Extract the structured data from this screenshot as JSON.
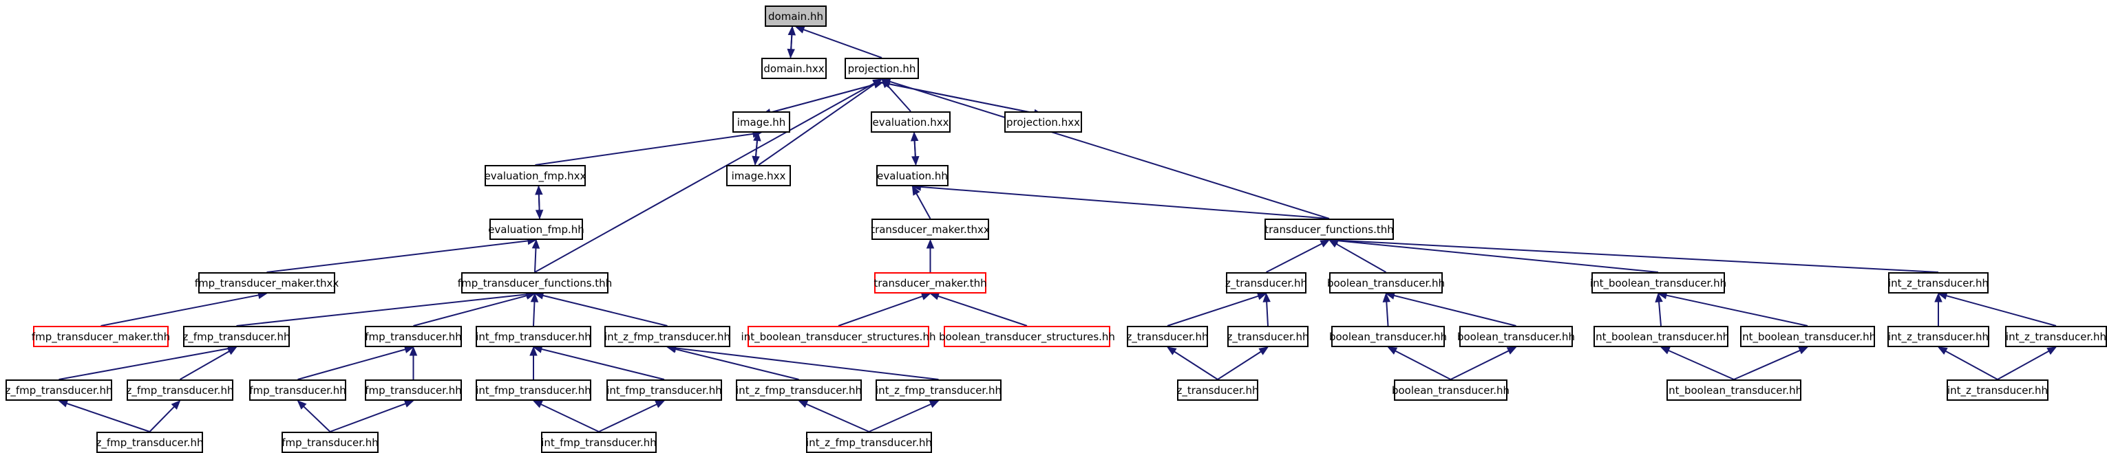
{
  "graph": {
    "edge_color": "#191970",
    "nodes": [
      {
        "id": "domain_hh",
        "label": "domain.hh",
        "style": "root"
      },
      {
        "id": "domain_hxx",
        "label": "domain.hxx"
      },
      {
        "id": "projection_hh",
        "label": "projection.hh"
      },
      {
        "id": "image_hh",
        "label": "image.hh"
      },
      {
        "id": "evaluation_hxx",
        "label": "evaluation.hxx"
      },
      {
        "id": "projection_hxx",
        "label": "projection.hxx"
      },
      {
        "id": "evaluation_fmp_hxx",
        "label": "evaluation_fmp.hxx"
      },
      {
        "id": "image_hxx",
        "label": "image.hxx"
      },
      {
        "id": "evaluation_hh",
        "label": "evaluation.hh"
      },
      {
        "id": "evaluation_fmp_hh",
        "label": "evaluation_fmp.hh"
      },
      {
        "id": "transducer_maker_thxx",
        "label": "transducer_maker.thxx"
      },
      {
        "id": "transducer_functions_thh",
        "label": "transducer_functions.thh"
      },
      {
        "id": "fmp_transducer_maker_thxx",
        "label": "fmp_transducer_maker.thxx"
      },
      {
        "id": "fmp_transducer_functions_thh",
        "label": "fmp_transducer_functions.thh"
      },
      {
        "id": "transducer_maker_thh",
        "label": "transducer_maker.thh",
        "style": "red"
      },
      {
        "id": "z_transducer_hh_1",
        "label": "z_transducer.hh"
      },
      {
        "id": "boolean_transducer_hh_1",
        "label": "boolean_transducer.hh"
      },
      {
        "id": "int_boolean_transducer_hh_1",
        "label": "int_boolean_transducer.hh"
      },
      {
        "id": "int_z_transducer_hh_1",
        "label": "int_z_transducer.hh"
      },
      {
        "id": "fmp_transducer_maker_thh",
        "label": "fmp_transducer_maker.thh",
        "style": "red"
      },
      {
        "id": "z_fmp_transducer_hh_1",
        "label": "z_fmp_transducer.hh"
      },
      {
        "id": "fmp_transducer_hh_1",
        "label": "fmp_transducer.hh"
      },
      {
        "id": "int_fmp_transducer_hh_1",
        "label": "int_fmp_transducer.hh"
      },
      {
        "id": "int_z_fmp_transducer_hh_1",
        "label": "int_z_fmp_transducer.hh"
      },
      {
        "id": "int_boolean_transducer_structures_hh",
        "label": "int_boolean_transducer_structures.hh",
        "style": "red"
      },
      {
        "id": "boolean_transducer_structures_hh",
        "label": "boolean_transducer_structures.hh",
        "style": "red"
      },
      {
        "id": "z_transducer_hh_2",
        "label": "z_transducer.hh"
      },
      {
        "id": "z_transducer_hh_3",
        "label": "z_transducer.hh"
      },
      {
        "id": "boolean_transducer_hh_2",
        "label": "boolean_transducer.hh"
      },
      {
        "id": "boolean_transducer_hh_3",
        "label": "boolean_transducer.hh"
      },
      {
        "id": "int_boolean_transducer_hh_2",
        "label": "int_boolean_transducer.hh"
      },
      {
        "id": "int_boolean_transducer_hh_3",
        "label": "int_boolean_transducer.hh"
      },
      {
        "id": "int_z_transducer_hh_2",
        "label": "int_z_transducer.hh"
      },
      {
        "id": "int_z_transducer_hh_3",
        "label": "int_z_transducer.hh"
      },
      {
        "id": "z_fmp_transducer_hh_2",
        "label": "z_fmp_transducer.hh"
      },
      {
        "id": "z_fmp_transducer_hh_3",
        "label": "z_fmp_transducer.hh"
      },
      {
        "id": "fmp_transducer_hh_2",
        "label": "fmp_transducer.hh"
      },
      {
        "id": "fmp_transducer_hh_3",
        "label": "fmp_transducer.hh"
      },
      {
        "id": "int_fmp_transducer_hh_2",
        "label": "int_fmp_transducer.hh"
      },
      {
        "id": "int_fmp_transducer_hh_3",
        "label": "int_fmp_transducer.hh"
      },
      {
        "id": "int_z_fmp_transducer_hh_2",
        "label": "int_z_fmp_transducer.hh"
      },
      {
        "id": "int_z_fmp_transducer_hh_3",
        "label": "int_z_fmp_transducer.hh"
      },
      {
        "id": "z_transducer_hh_4",
        "label": "z_transducer.hh"
      },
      {
        "id": "boolean_transducer_hh_4",
        "label": "boolean_transducer.hh"
      },
      {
        "id": "int_boolean_transducer_hh_4",
        "label": "int_boolean_transducer.hh"
      },
      {
        "id": "int_z_transducer_hh_4",
        "label": "int_z_transducer.hh"
      },
      {
        "id": "z_fmp_transducer_hh_4",
        "label": "z_fmp_transducer.hh"
      },
      {
        "id": "fmp_transducer_hh_4",
        "label": "fmp_transducer.hh"
      },
      {
        "id": "int_fmp_transducer_hh_4",
        "label": "int_fmp_transducer.hh"
      },
      {
        "id": "int_z_fmp_transducer_hh_4",
        "label": "int_z_fmp_transducer.hh"
      }
    ],
    "edges": [
      [
        "domain_hxx",
        "domain_hh"
      ],
      [
        "domain_hh",
        "domain_hxx"
      ],
      [
        "projection_hh",
        "domain_hh"
      ],
      [
        "image_hh",
        "projection_hh"
      ],
      [
        "evaluation_hxx",
        "projection_hh"
      ],
      [
        "projection_hxx",
        "projection_hh"
      ],
      [
        "projection_hh",
        "projection_hxx"
      ],
      [
        "image_hxx",
        "projection_hh"
      ],
      [
        "fmp_transducer_functions_thh",
        "projection_hh"
      ],
      [
        "transducer_functions_thh",
        "projection_hh"
      ],
      [
        "projection_hh",
        "image_hh"
      ],
      [
        "evaluation_fmp_hxx",
        "image_hh"
      ],
      [
        "image_hxx",
        "image_hh"
      ],
      [
        "image_hh",
        "image_hxx"
      ],
      [
        "evaluation_hh",
        "evaluation_hxx"
      ],
      [
        "evaluation_hxx",
        "evaluation_hh"
      ],
      [
        "evaluation_fmp_hh",
        "evaluation_fmp_hxx"
      ],
      [
        "evaluation_fmp_hxx",
        "evaluation_fmp_hh"
      ],
      [
        "transducer_maker_thxx",
        "evaluation_hh"
      ],
      [
        "transducer_functions_thh",
        "evaluation_hh"
      ],
      [
        "fmp_transducer_maker_thxx",
        "evaluation_fmp_hh"
      ],
      [
        "fmp_transducer_functions_thh",
        "evaluation_fmp_hh"
      ],
      [
        "transducer_maker_thh",
        "transducer_maker_thxx"
      ],
      [
        "z_transducer_hh_1",
        "transducer_functions_thh"
      ],
      [
        "boolean_transducer_hh_1",
        "transducer_functions_thh"
      ],
      [
        "int_boolean_transducer_hh_1",
        "transducer_functions_thh"
      ],
      [
        "int_z_transducer_hh_1",
        "transducer_functions_thh"
      ],
      [
        "fmp_transducer_maker_thh",
        "fmp_transducer_maker_thxx"
      ],
      [
        "z_fmp_transducer_hh_1",
        "fmp_transducer_functions_thh"
      ],
      [
        "fmp_transducer_hh_1",
        "fmp_transducer_functions_thh"
      ],
      [
        "int_fmp_transducer_hh_1",
        "fmp_transducer_functions_thh"
      ],
      [
        "int_z_fmp_transducer_hh_1",
        "fmp_transducer_functions_thh"
      ],
      [
        "int_boolean_transducer_structures_hh",
        "transducer_maker_thh"
      ],
      [
        "boolean_transducer_structures_hh",
        "transducer_maker_thh"
      ],
      [
        "z_transducer_hh_2",
        "z_transducer_hh_1"
      ],
      [
        "z_transducer_hh_3",
        "z_transducer_hh_1"
      ],
      [
        "boolean_transducer_hh_2",
        "boolean_transducer_hh_1"
      ],
      [
        "boolean_transducer_hh_3",
        "boolean_transducer_hh_1"
      ],
      [
        "int_boolean_transducer_hh_2",
        "int_boolean_transducer_hh_1"
      ],
      [
        "int_boolean_transducer_hh_3",
        "int_boolean_transducer_hh_1"
      ],
      [
        "int_z_transducer_hh_2",
        "int_z_transducer_hh_1"
      ],
      [
        "int_z_transducer_hh_3",
        "int_z_transducer_hh_1"
      ],
      [
        "z_fmp_transducer_hh_2",
        "z_fmp_transducer_hh_1"
      ],
      [
        "z_fmp_transducer_hh_3",
        "z_fmp_transducer_hh_1"
      ],
      [
        "fmp_transducer_hh_2",
        "fmp_transducer_hh_1"
      ],
      [
        "fmp_transducer_hh_3",
        "fmp_transducer_hh_1"
      ],
      [
        "int_fmp_transducer_hh_2",
        "int_fmp_transducer_hh_1"
      ],
      [
        "int_fmp_transducer_hh_3",
        "int_fmp_transducer_hh_1"
      ],
      [
        "int_z_fmp_transducer_hh_2",
        "int_z_fmp_transducer_hh_1"
      ],
      [
        "int_z_fmp_transducer_hh_3",
        "int_z_fmp_transducer_hh_1"
      ],
      [
        "z_transducer_hh_4",
        "z_transducer_hh_2"
      ],
      [
        "z_transducer_hh_4",
        "z_transducer_hh_3"
      ],
      [
        "boolean_transducer_hh_4",
        "boolean_transducer_hh_2"
      ],
      [
        "boolean_transducer_hh_4",
        "boolean_transducer_hh_3"
      ],
      [
        "int_boolean_transducer_hh_4",
        "int_boolean_transducer_hh_2"
      ],
      [
        "int_boolean_transducer_hh_4",
        "int_boolean_transducer_hh_3"
      ],
      [
        "int_z_transducer_hh_4",
        "int_z_transducer_hh_2"
      ],
      [
        "int_z_transducer_hh_4",
        "int_z_transducer_hh_3"
      ],
      [
        "z_fmp_transducer_hh_4",
        "z_fmp_transducer_hh_2"
      ],
      [
        "z_fmp_transducer_hh_4",
        "z_fmp_transducer_hh_3"
      ],
      [
        "fmp_transducer_hh_4",
        "fmp_transducer_hh_2"
      ],
      [
        "fmp_transducer_hh_4",
        "fmp_transducer_hh_3"
      ],
      [
        "int_fmp_transducer_hh_4",
        "int_fmp_transducer_hh_2"
      ],
      [
        "int_fmp_transducer_hh_4",
        "int_fmp_transducer_hh_3"
      ],
      [
        "int_z_fmp_transducer_hh_4",
        "int_z_fmp_transducer_hh_2"
      ],
      [
        "int_z_fmp_transducer_hh_4",
        "int_z_fmp_transducer_hh_3"
      ]
    ]
  }
}
